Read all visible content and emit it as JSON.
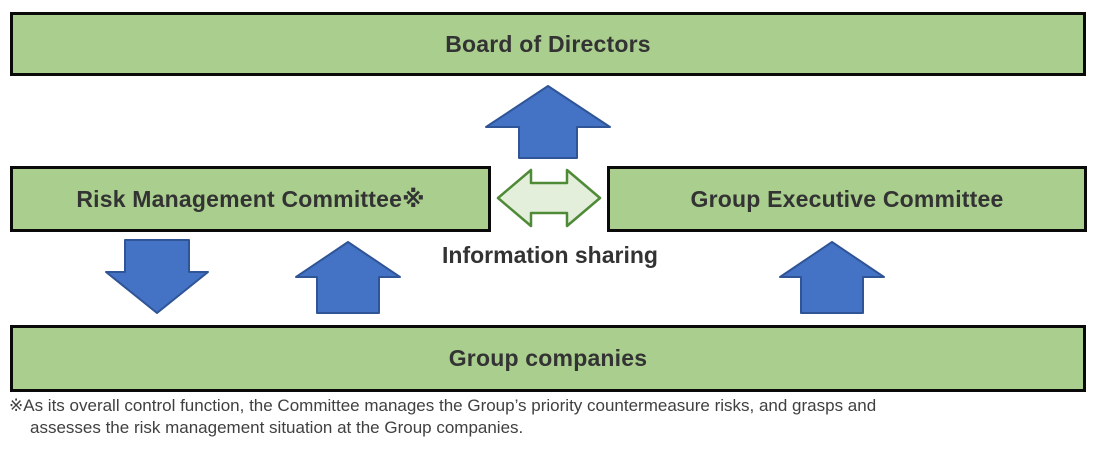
{
  "diagram": {
    "title": "Risk management structure diagram",
    "boxes": {
      "board": "Board of Directors",
      "risk_committee": "Risk Management Committee※",
      "group_executive": "Group Executive Committee",
      "group_companies": "Group companies"
    },
    "labels": {
      "information_sharing": "Information sharing"
    },
    "footnote_lines": {
      "0": "※As its overall control function, the Committee manages the Group’s priority countermeasure risks, and grasps and",
      "1": "assesses the risk management situation at the Group companies."
    },
    "icons": {
      "up_arrow_to_board": "up-arrow",
      "down_arrow_to_companies": "down-arrow",
      "up_arrow_from_companies_left": "up-arrow",
      "up_arrow_from_companies_right": "up-arrow",
      "double_arrow_information_sharing": "left-right-arrow"
    },
    "colors": {
      "box_fill": "#a9ce8e",
      "box_border": "#0a0a0a",
      "blue_arrow_fill": "#4472c4",
      "blue_arrow_stroke": "#2f5597",
      "double_arrow_fill": "#e3efda",
      "double_arrow_stroke": "#4f8a36",
      "text": "#333333"
    }
  }
}
